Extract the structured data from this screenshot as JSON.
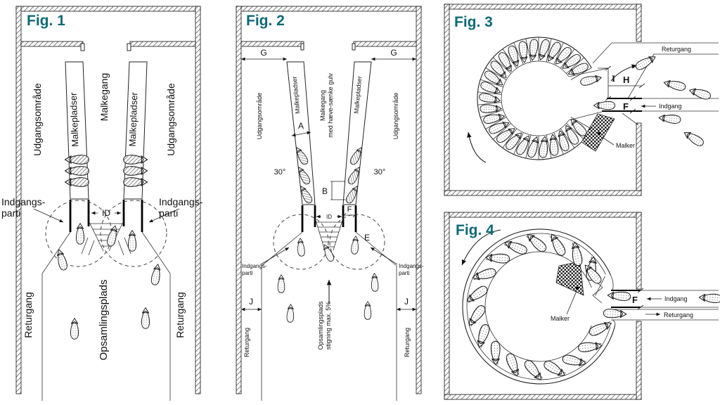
{
  "palette": {
    "accent_teal": "#0e6a75",
    "line": "#1a1a1a",
    "background": "#ffffff"
  },
  "fig1": {
    "title": "Fig. 1",
    "labels": {
      "udgangsomraade": "Udgangsområde",
      "malkepladser": "Malkepladser",
      "malkegang": "Malkegang",
      "indgangsparti_line1": "Indgangs-",
      "indgangsparti_line2": "parti",
      "id_dim": "ID",
      "opsamlingsplads": "Opsamlingsplads",
      "returgang": "Returgang"
    }
  },
  "fig2": {
    "title": "Fig. 2",
    "labels": {
      "g_dim": "G",
      "a_dim": "A",
      "b_dim": "B",
      "f_dim": "F",
      "e_dim": "E",
      "j_dim": "J",
      "id_dim": "ID",
      "angle": "30°",
      "udgangsomraade": "Udgangsområde",
      "malkepladser": "Malkepladser",
      "malkegang_line1": "Malkegang",
      "malkegang_line2": "med hæve-sænke gulv",
      "indgangsparti_line1": "Indgangs-",
      "indgangsparti_line2": "parti",
      "opsamling_line1": "Opsamlingsplads",
      "opsamling_line2": "stigning max. 5%",
      "returgang": "Returgang"
    }
  },
  "fig3": {
    "title": "Fig. 3",
    "stall_count": 25,
    "labels": {
      "returgang": "Returgang",
      "indgang": "Indgang",
      "malker": "Malker",
      "i_dim": "I",
      "h_dim": "H",
      "f_dim": "F"
    }
  },
  "fig4": {
    "title": "Fig. 4",
    "stall_count": 17,
    "labels": {
      "malker": "Malker",
      "indgang": "Indgang",
      "returgang": "Returgang",
      "f_dim": "F"
    }
  }
}
